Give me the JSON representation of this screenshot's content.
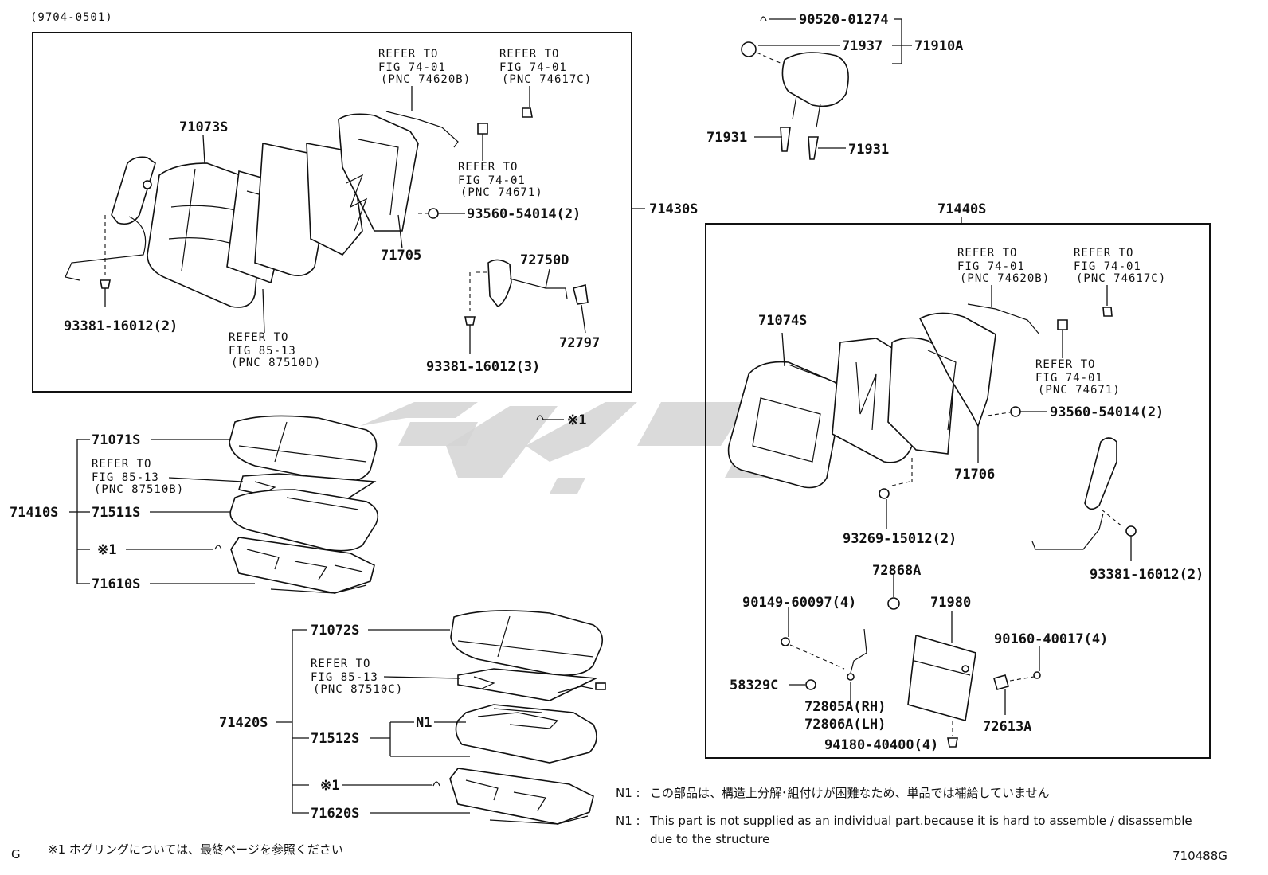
{
  "header": {
    "code": "(9704-0501)"
  },
  "footer": {
    "left": "G",
    "right": "710488G",
    "footnote": "※1  ホグリングについては、最終ページを参照ください"
  },
  "notes": {
    "n1_jp_prefix": "N1 :",
    "n1_jp": "この部品は、構造上分解･組付けが困難なため、単品では補給していません",
    "n1_en_prefix": "N1 :",
    "n1_en_1": "This part is not supplied as an individual part.because it is hard to assemble / disassemble",
    "n1_en_2": "due to the structure"
  },
  "refs": {
    "r1": [
      "REFER TO",
      "FIG 74-01",
      "(PNC 74620B)"
    ],
    "r2": [
      "REFER TO",
      "FIG 74-01",
      "(PNC 74617C)"
    ],
    "r3": [
      "REFER TO",
      "FIG 74-01",
      "(PNC 74671)"
    ],
    "r4": [
      "REFER TO",
      "FIG 85-13",
      "(PNC 87510D)"
    ],
    "r5": [
      "REFER TO",
      "FIG 85-13",
      "(PNC 87510B)"
    ],
    "r6": [
      "REFER TO",
      "FIG 85-13",
      "(PNC 87510C)"
    ],
    "r7": [
      "REFER TO",
      "FIG 74-01",
      "(PNC 74620B)"
    ],
    "r8": [
      "REFER TO",
      "FIG 74-01",
      "(PNC 74617C)"
    ],
    "r9": [
      "REFER TO",
      "FIG 74-01",
      "(PNC 74671)"
    ]
  },
  "labels": {
    "p71073S": "71073S",
    "p93381_a": "93381-16012(2)",
    "p71705": "71705",
    "p93560_a": "93560-54014(2)",
    "p71430S": "71430S",
    "p72750D": "72750D",
    "p72797": "72797",
    "p93381_b": "93381-16012(3)",
    "p90520": "90520-01274",
    "p71937": "71937",
    "p71910A": "71910A",
    "p71931a": "71931",
    "p71931b": "71931",
    "p71440S": "71440S",
    "p71074S": "71074S",
    "p93560_b": "93560-54014(2)",
    "p71706": "71706",
    "p93269": "93269-15012(2)",
    "p93381_c": "93381-16012(2)",
    "p72868A": "72868A",
    "p71980": "71980",
    "p90149": "90149-60097(4)",
    "p90160": "90160-40017(4)",
    "p58329C": "58329C",
    "p72805A": "72805A(RH)",
    "p72806A": "72806A(LH)",
    "p72613A": "72613A",
    "p94180": "94180-40400(4)",
    "p71071S": "71071S",
    "p71410S": "71410S",
    "p71511S": "71511S",
    "star1a": "※1",
    "star1b": "※1",
    "star1c": "※1",
    "p71610S": "71610S",
    "p71072S": "71072S",
    "p71420S": "71420S",
    "p71512S": "71512S",
    "n1": "N1",
    "p71620S": "71620S"
  }
}
